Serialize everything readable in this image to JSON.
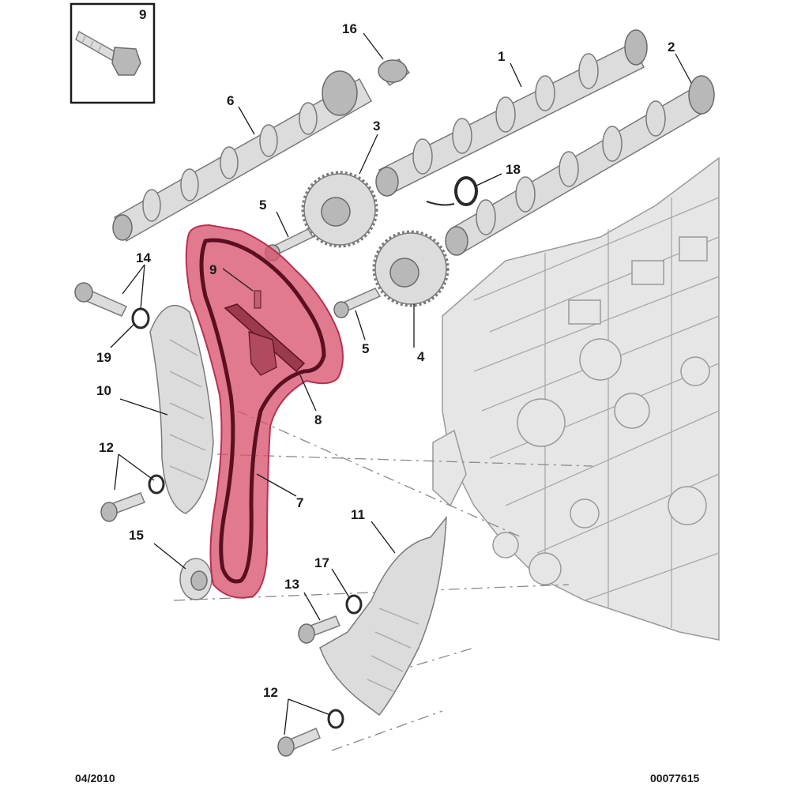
{
  "parts": {
    "p1": "1",
    "p2": "2",
    "p3": "3",
    "p4": "4",
    "p5a": "5",
    "p5b": "5",
    "p6": "6",
    "p7": "7",
    "p8": "8",
    "p9a": "9",
    "p9b": "9",
    "p10": "10",
    "p11": "11",
    "p12a": "12",
    "p12b": "12",
    "p13": "13",
    "p14": "14",
    "p15": "15",
    "p16": "16",
    "p17": "17",
    "p18": "18",
    "p19": "19"
  },
  "footer": {
    "date": "04/2010",
    "ref": "00077615"
  },
  "highlight": {
    "color": "#d9556f",
    "group": "timing chain (7) with guide (8) and screw (9)"
  },
  "colors": {
    "parts": "#dcdcdc",
    "outline": "#7a7a7a",
    "label": "#1a1a1a"
  }
}
